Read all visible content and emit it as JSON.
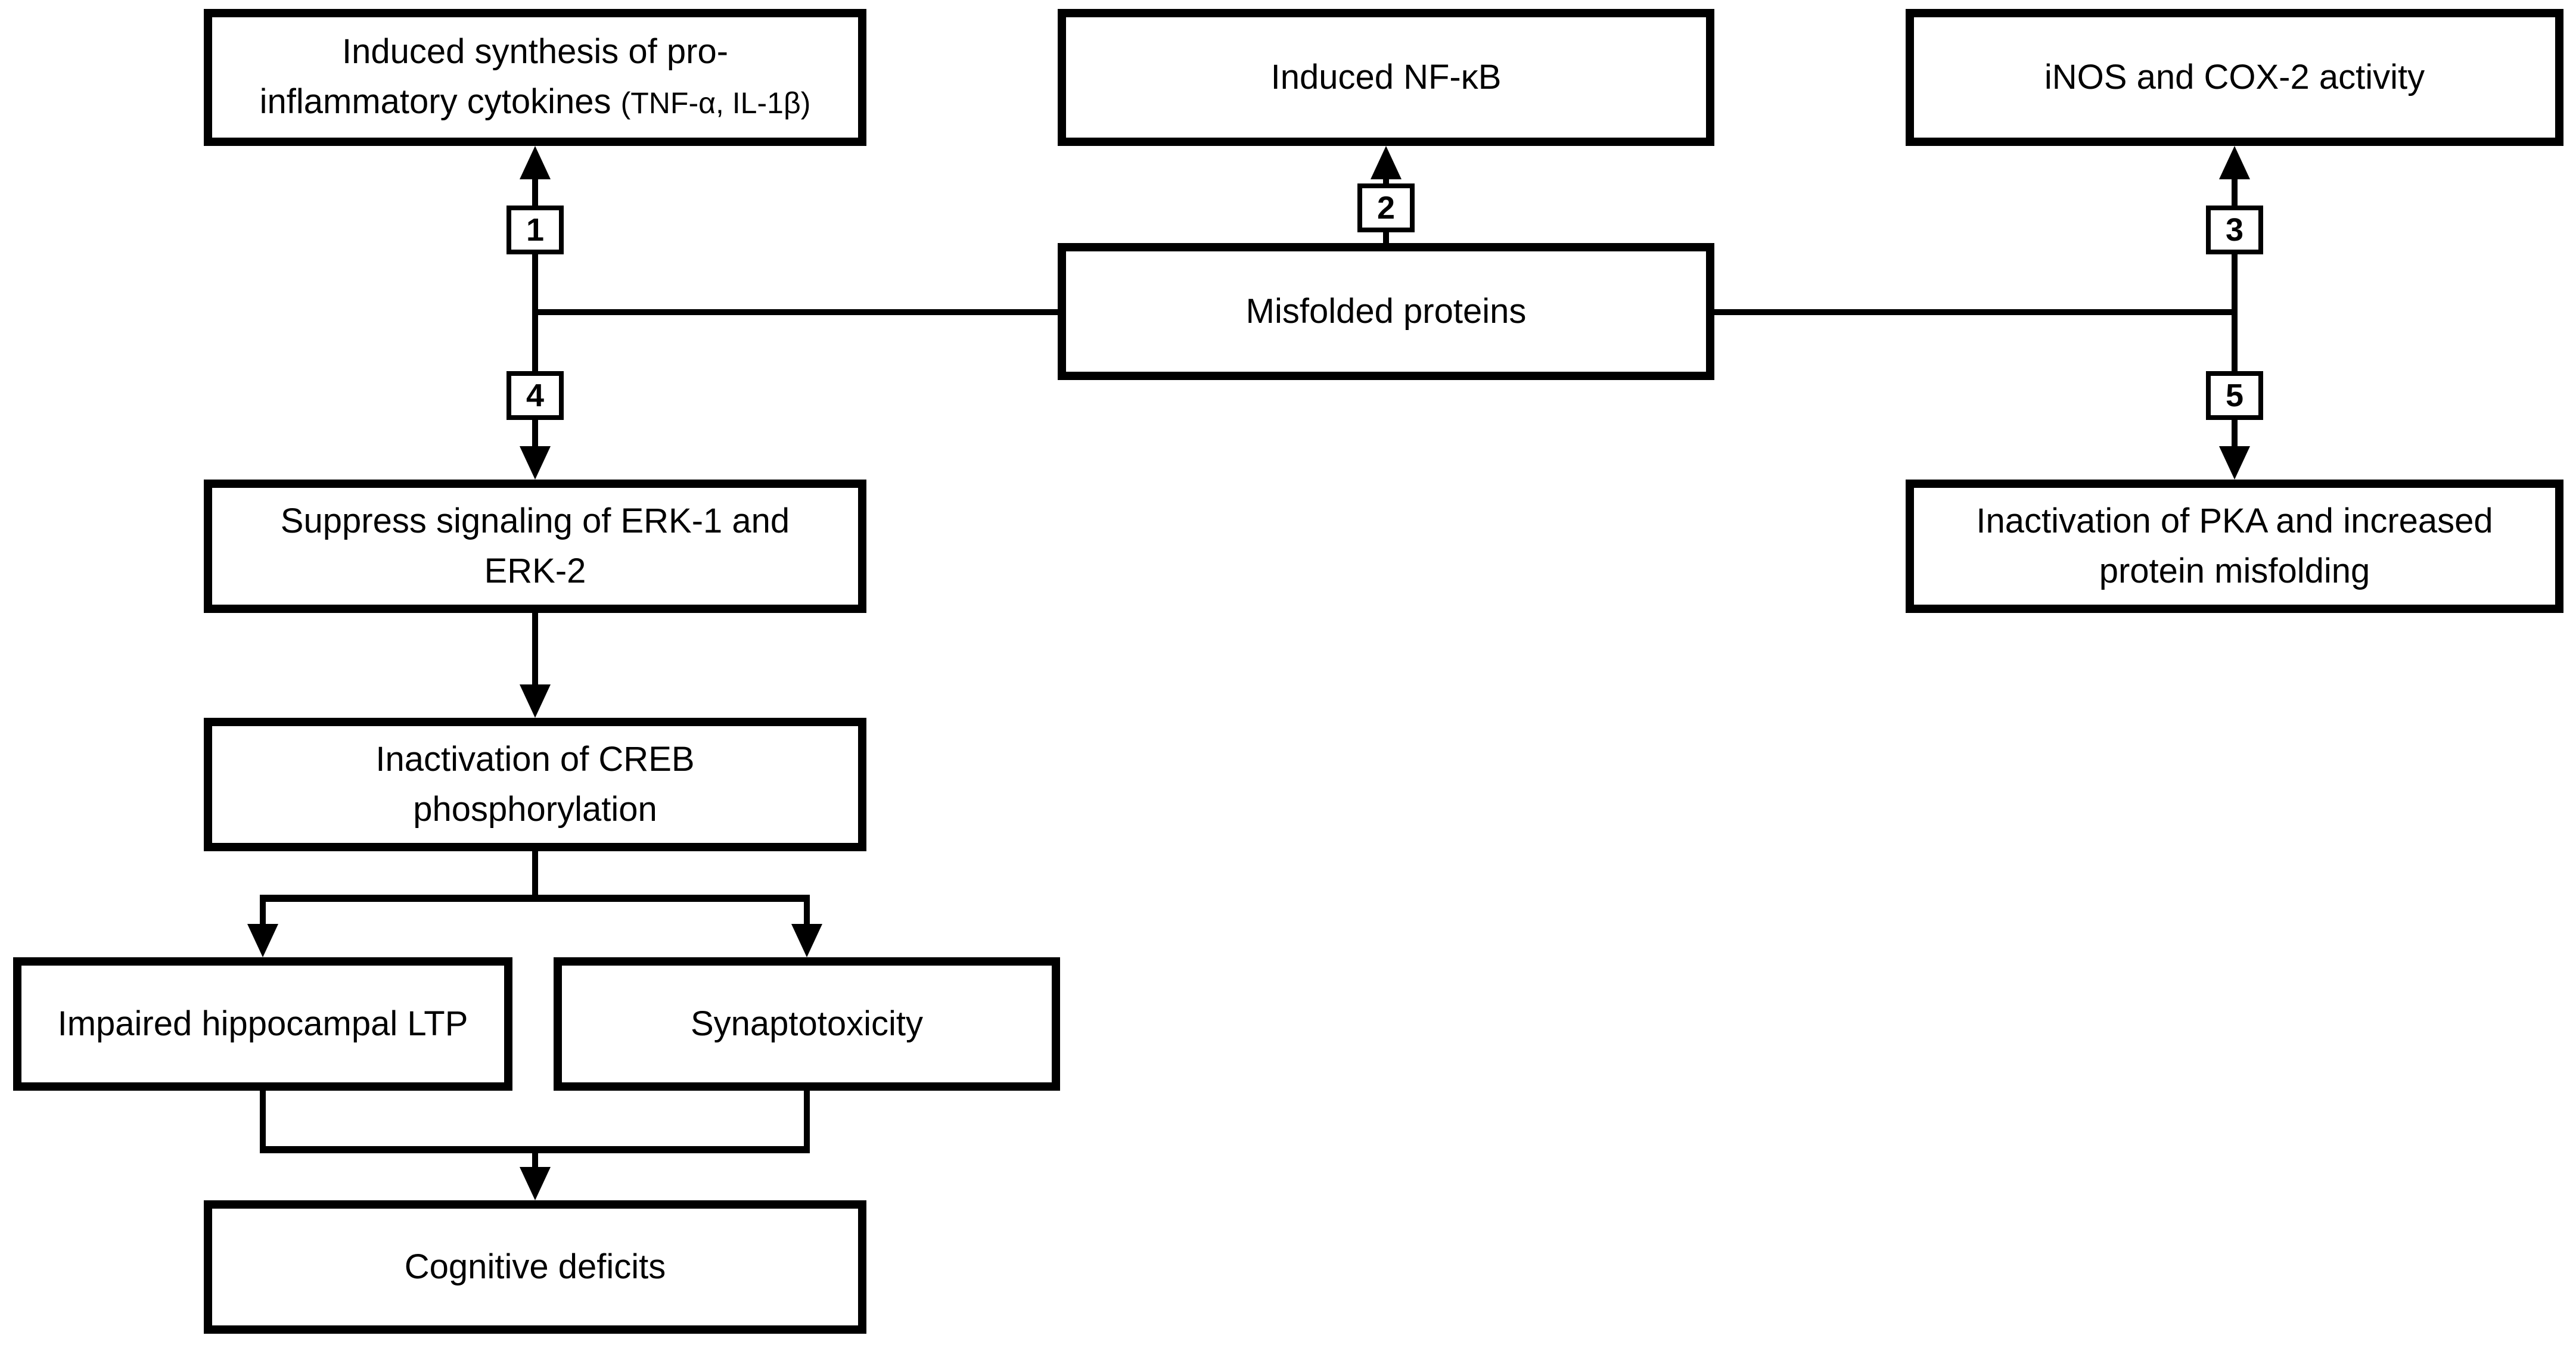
{
  "diagram": {
    "title": "Misfolded proteins effects flowchart",
    "colors": {
      "background": "#ffffff",
      "line": "#000000",
      "box_fill": "#ffffff",
      "text": "#000000"
    },
    "nodes": {
      "cytokines": {
        "line1": "Induced synthesis of pro-",
        "line2_main": "inflammatory cytokines",
        "line2_paren": "(TNF-α, IL-1β)"
      },
      "nfkb": {
        "label": "Induced NF-κB"
      },
      "inos": {
        "label": "iNOS and COX-2 activity"
      },
      "misfolded": {
        "label": "Misfolded proteins"
      },
      "erk": {
        "line1": "Suppress signaling of ERK-1 and",
        "line2": "ERK-2"
      },
      "pka": {
        "line1": "Inactivation of PKA and increased",
        "line2": "protein misfolding"
      },
      "creb": {
        "line1": "Inactivation of CREB",
        "line2": "phosphorylation"
      },
      "ltp": {
        "label": "Impaired hippocampal LTP"
      },
      "synapto": {
        "label": "Synaptotoxicity"
      },
      "cognitive": {
        "label": "Cognitive deficits"
      }
    },
    "edge_labels": {
      "e1": "1",
      "e2": "2",
      "e3": "3",
      "e4": "4",
      "e5": "5"
    }
  }
}
